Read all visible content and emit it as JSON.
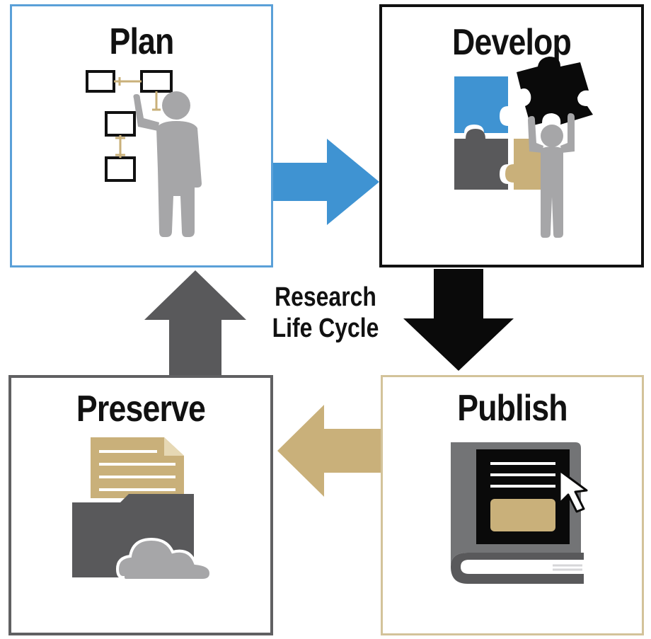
{
  "diagram": {
    "center_label": {
      "line1": "Research",
      "line2": "Life Cycle"
    },
    "stages": {
      "plan": {
        "title": "Plan"
      },
      "develop": {
        "title": "Develop"
      },
      "publish": {
        "title": "Publish"
      },
      "preserve": {
        "title": "Preserve"
      }
    }
  },
  "colors": {
    "blue": "#3f93d2",
    "black": "#0a0a0a",
    "gold": "#c9b07a",
    "gray_dark": "#59595b",
    "gray_mid": "#737476",
    "gray_light": "#a6a6a8",
    "stage_border_plan": "#5aa0d8",
    "stage_border_develop": "#111111",
    "stage_border_publish": "#d3c39a",
    "stage_border_preserve": "#606062"
  },
  "icons": {
    "plan": "person-planning-flowchart-icon",
    "develop": "person-assembling-puzzle-icon",
    "publish": "book-with-cursor-icon",
    "preserve": "folder-document-cloud-icon"
  }
}
